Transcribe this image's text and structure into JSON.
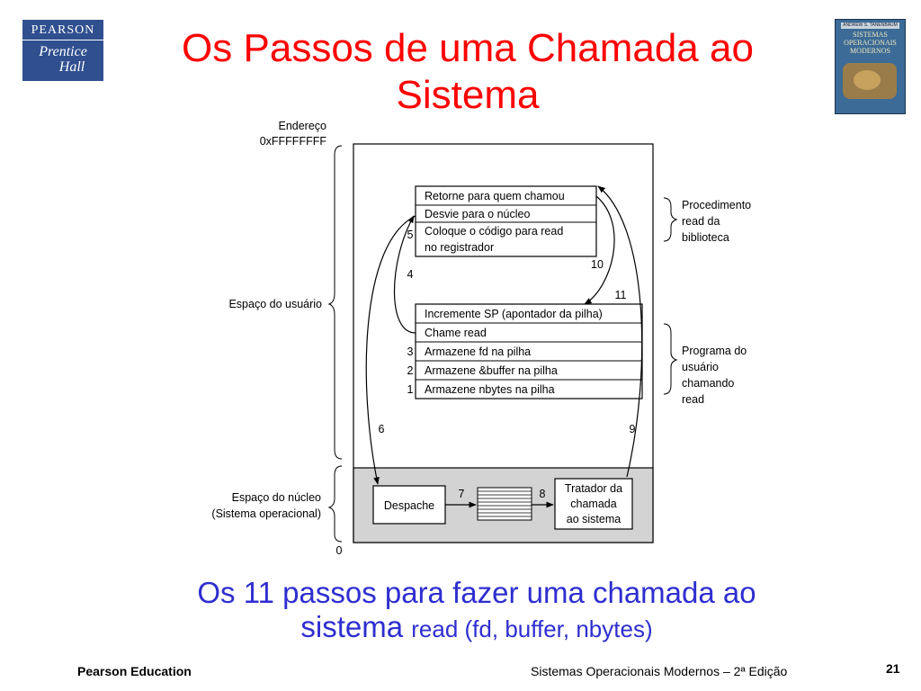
{
  "header": {
    "logo": {
      "line1": "PEARSON",
      "line2": "Prentice",
      "line3": "Hall"
    },
    "title_line1": "Os Passos de uma Chamada ao",
    "title_line2": "Sistema",
    "book_cover": {
      "author": "ANDREW S. TANENBAUM",
      "line1": "SISTEMAS",
      "line2": "OPERACIONAIS",
      "line3": "MODERNOS"
    }
  },
  "diagram": {
    "address_label": "Endereço",
    "address_top": "0xFFFFFFFF",
    "address_bottom": "0",
    "user_space_label": "Espaço do usuário",
    "kernel_space_label_1": "Espaço do núcleo",
    "kernel_space_label_2": "(Sistema operacional)",
    "library_group": {
      "label_1": "Procedimento",
      "label_2": "read da",
      "label_3": "biblioteca",
      "rows": [
        "Retorne para quem chamou",
        "Desvie para o núcleo",
        "Coloque o código para read",
        "no registrador"
      ]
    },
    "program_group": {
      "label_1": "Programa do",
      "label_2": "usuário",
      "label_3": "chamando",
      "label_4": "read",
      "rows": [
        "Incremente SP (apontador da pilha)",
        "Chame read",
        "Armazene fd na pilha",
        "Armazene &buffer na pilha",
        "Armazene nbytes na pilha"
      ]
    },
    "kernel": {
      "dispatch": "Despache",
      "handler_1": "Tratador da",
      "handler_2": "chamada",
      "handler_3": "ao sistema"
    },
    "steps": {
      "s1": "1",
      "s2": "2",
      "s3": "3",
      "s4": "4",
      "s5": "5",
      "s6": "6",
      "s7": "7",
      "s8": "8",
      "s9": "9",
      "s10": "10",
      "s11": "11"
    }
  },
  "caption": {
    "main": "Os 11 passos para fazer uma chamada ao",
    "second": "sistema",
    "code": "read (fd, buffer, nbytes)"
  },
  "footer": {
    "left": "Pearson Education",
    "center": "Sistemas Operacionais Modernos – 2ª Edição",
    "page": "21"
  }
}
